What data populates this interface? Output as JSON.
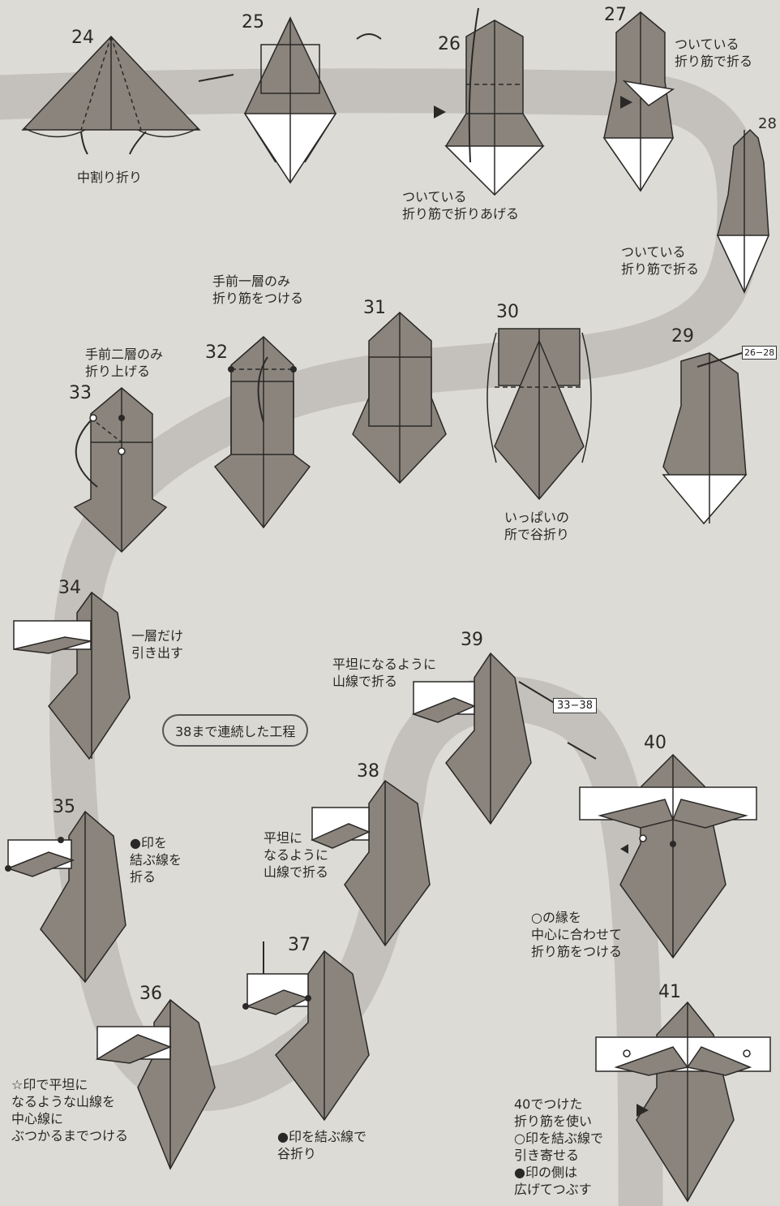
{
  "steps": [
    {
      "n": "24",
      "text": [
        "中割り折り"
      ]
    },
    {
      "n": "25",
      "text": []
    },
    {
      "n": "26",
      "text": [
        "ついている",
        "折り筋で折りあげる"
      ]
    },
    {
      "n": "27",
      "text": [
        "ついている",
        "折り筋で折る"
      ]
    },
    {
      "n": "28",
      "text": [
        "ついている",
        "折り筋で折る"
      ]
    },
    {
      "n": "29",
      "text": [],
      "tag": "26−28"
    },
    {
      "n": "30",
      "text": [
        "いっぱいの",
        "所で谷折り"
      ]
    },
    {
      "n": "31",
      "text": []
    },
    {
      "n": "32",
      "text": [
        "手前一層のみ",
        "折り筋をつける"
      ]
    },
    {
      "n": "33",
      "text": [
        "手前二層のみ",
        "折り上げる"
      ]
    },
    {
      "n": "34",
      "text": [
        "一層だけ",
        "引き出す"
      ]
    },
    {
      "n": "35",
      "text": [
        "●印を",
        "結ぶ線を",
        "折る"
      ]
    },
    {
      "n": "36",
      "text": [
        "☆印で平坦に",
        "なるような山線を",
        "中心線に",
        "ぶつかるまでつける"
      ]
    },
    {
      "n": "37",
      "text": [
        "●印を結ぶ線で",
        "谷折り"
      ]
    },
    {
      "n": "38",
      "text": [
        "平坦に",
        "なるように",
        "山線で折る"
      ]
    },
    {
      "n": "39",
      "text": [
        "平坦になるように",
        "山線で折る"
      ],
      "tag": "33−38"
    },
    {
      "n": "40",
      "text": [
        "○の縁を",
        "中心に合わせて",
        "折り筋をつける"
      ]
    },
    {
      "n": "41",
      "text": [
        "40でつけた",
        "折り筋を使い",
        "○印を結ぶ線で",
        "引き寄せる",
        "●印の側は",
        "広げてつぶす"
      ]
    }
  ],
  "note_pill": "38まで連続した工程",
  "colors": {
    "background": "#dddbd6",
    "path_band": "#c2bfba",
    "paper_dark": "#8a847d",
    "paper_light": "#ffffff",
    "line": "#2b2927"
  },
  "icons": [
    "turn-over-icon",
    "fold-arrow-icon",
    "push-arrow-icon",
    "next-step-arrow-icon"
  ]
}
